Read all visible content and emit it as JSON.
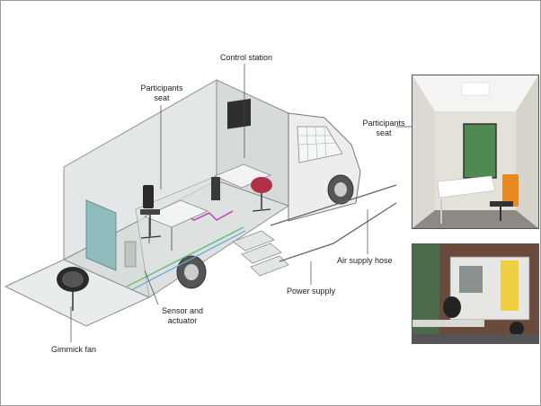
{
  "labels": {
    "control_station": "Control station",
    "participants_seat_main_1": "Participants",
    "participants_seat_main_2": "seat",
    "participants_seat_photo_1": "Participants",
    "participants_seat_photo_2": "seat",
    "air_supply_hose": "Air supply hose",
    "power_supply": "Power supply",
    "sensor_actuator_1": "Sensor and",
    "sensor_actuator_2": "actuator",
    "gimmick_fan": "Gimmick fan"
  },
  "colors": {
    "line": "#444444",
    "truck_wall": "#e4e7e7",
    "floor": "#d9dddc",
    "window_teal": "#8fbdbd",
    "chair_red": "#b03048",
    "cable_magenta": "#c040b0",
    "cable_green": "#6cc070",
    "cable_blue": "#60a8d8",
    "seat_orange": "#e88a20"
  }
}
